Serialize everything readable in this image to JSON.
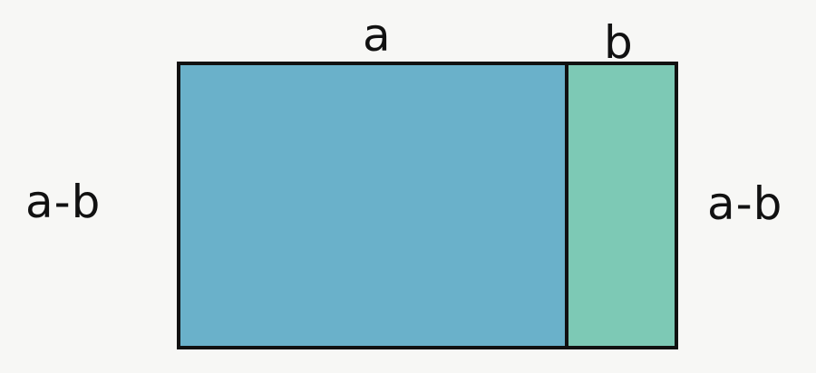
{
  "diagram": {
    "labels": {
      "top_a": "a",
      "top_b": "b",
      "left_side": "a-b",
      "right_side": "a-b"
    },
    "colors": {
      "background": "#f7f7f5",
      "rectangle_a": "#6ab1ca",
      "rectangle_b": "#7dc9b5",
      "outline": "#111111"
    }
  }
}
